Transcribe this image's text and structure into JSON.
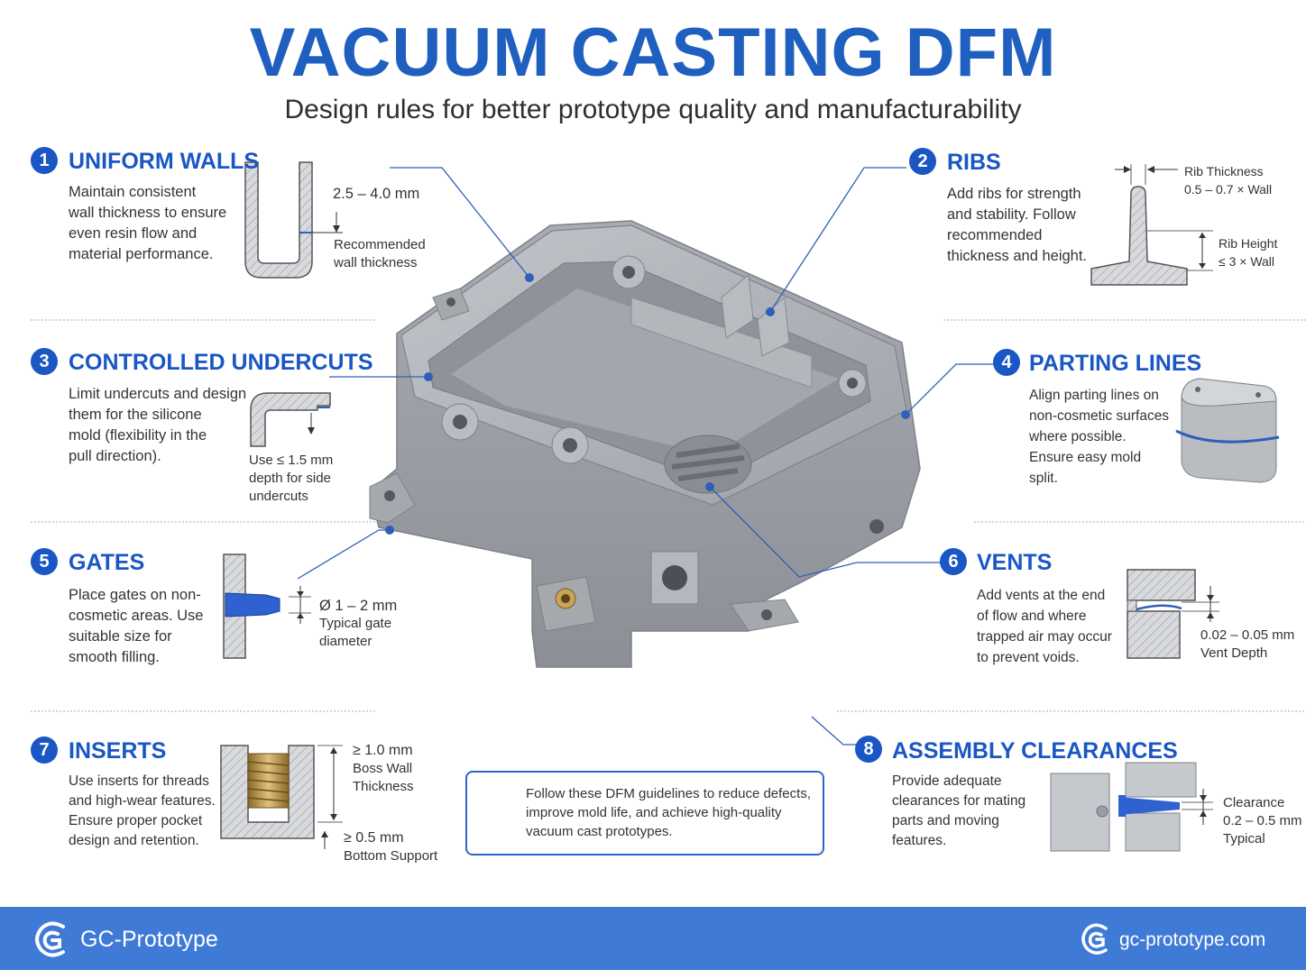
{
  "header": {
    "title": "VACUUM CASTING DFM",
    "subtitle": "Design rules for better prototype quality and manufacturability"
  },
  "sections": [
    {
      "number": "1",
      "title": "UNIFORM WALLS",
      "lines": [
        "Maintain consistent",
        "wall thickness to ensure",
        "even resin flow and",
        "material performance."
      ]
    },
    {
      "number": "2",
      "title": "RIBS",
      "lines": [
        "Add ribs for strength",
        "and stability. Follow",
        "recommended",
        "thickness and height."
      ]
    },
    {
      "number": "3",
      "title": "CONTROLLED UNDERCUTS",
      "lines": [
        "Limit undercuts and design",
        "them for the silicone",
        "mold (flexibility in the",
        "pull direction)."
      ]
    },
    {
      "number": "4",
      "title": "PARTING LINES",
      "lines": [
        "Align parting lines on",
        "non-cosmetic surfaces",
        "where possible.",
        "Ensure easy mold split."
      ]
    },
    {
      "number": "5",
      "title": "GATES",
      "lines": [
        "Place gates on non-",
        "cosmetic areas. Use",
        "suitable size for",
        "smooth filling."
      ]
    },
    {
      "number": "6",
      "title": "VENTS",
      "lines": [
        "Add vents at the end",
        "of flow and where",
        "trapped air may occur",
        "to prevent voids."
      ]
    },
    {
      "number": "7",
      "title": "INSERTS",
      "lines": [
        "Use inserts for threads",
        "and high-wear features.",
        "Ensure proper pocket",
        "design and retention."
      ]
    },
    {
      "number": "8",
      "title": "ASSEMBLY CLEARANCES",
      "lines": [
        "Provide adequate",
        "clearances for mating",
        "parts and moving",
        "features."
      ]
    }
  ],
  "annotations": {
    "walls_value": "2.5 – 4.0 mm",
    "walls_note": [
      "Recommended",
      "wall thickness"
    ],
    "rib_thickness": [
      "Rib Thickness",
      "0.5 – 0.7 × Wall"
    ],
    "rib_height": [
      "Rib Height",
      "≤ 3 × Wall"
    ],
    "undercut_note": [
      "Use ≤ 1.5 mm",
      "depth for side",
      "undercuts"
    ],
    "gate_note": [
      "Ø 1 – 2 mm",
      "Typical gate",
      "diameter"
    ],
    "vent_note": [
      "0.02 – 0.05 mm",
      "Vent Depth"
    ],
    "insert_wall": [
      "≥ 1.0 mm",
      "Boss Wall",
      "Thickness"
    ],
    "insert_bottom": [
      "≥ 0.5 mm",
      "Bottom Support"
    ],
    "clearance_note": [
      "Clearance",
      "0.2 – 0.5 mm",
      "Typical"
    ]
  },
  "callout": {
    "lines": [
      "Follow these DFM guidelines to reduce defects,",
      "improve mold life, and achieve high-quality",
      "vacuum cast prototypes."
    ]
  },
  "footer": {
    "brand": "GC-Prototype",
    "website": "gc-prototype.com"
  },
  "colors": {
    "accent": "#1a56c4",
    "title": "#1f5fbf",
    "footer": "#3f7ad6",
    "part_gray": "#a9adb3"
  }
}
